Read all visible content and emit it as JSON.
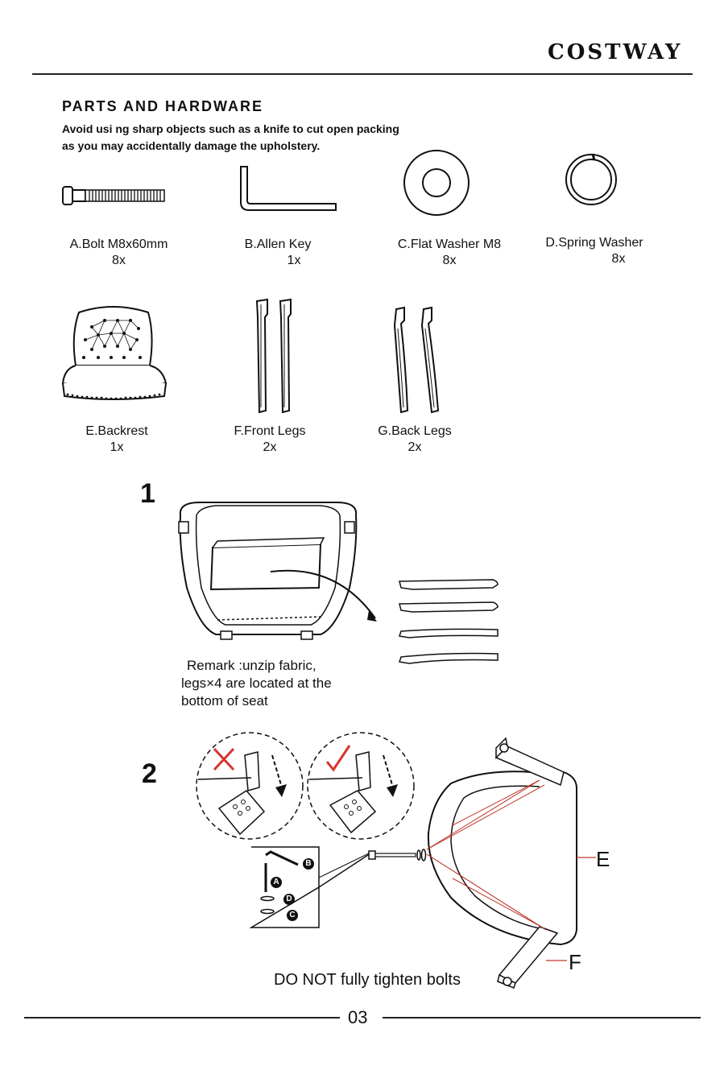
{
  "header": {
    "brand": "COSTWAY"
  },
  "parts_section": {
    "title": "PARTS AND HARDWARE",
    "note_line1": "Avoid usi ng sharp objects such as a knife to cut open packing",
    "note_line2": "as you may accidentally damage the upholstery.",
    "parts": [
      {
        "label": "A.Bolt M8x60mm",
        "qty": "8x",
        "icon": "bolt-icon"
      },
      {
        "label": "B.Allen Key",
        "qty": "1x",
        "icon": "allen-key-icon"
      },
      {
        "label": "C.Flat  Washer M8",
        "qty": "8x",
        "icon": "flat-washer-icon"
      },
      {
        "label": "D.Spring Washer",
        "qty": "8x",
        "icon": "spring-washer-icon"
      },
      {
        "label": "E.Backrest",
        "qty": "1x",
        "icon": "backrest-icon"
      },
      {
        "label": "F.Front Legs",
        "qty": "2x",
        "icon": "front-legs-icon"
      },
      {
        "label": "G.Back  Legs",
        "qty": "2x",
        "icon": "back-legs-icon"
      }
    ]
  },
  "step1": {
    "number": "1",
    "remark_line1": "Remark :unzip fabric,",
    "remark_line2": "legs×4 are located at the",
    "remark_line3": "bottom of seat"
  },
  "step2": {
    "number": "2",
    "hardware_letters": [
      "B",
      "A",
      "D",
      "C"
    ],
    "callout_e": "E",
    "callout_f": "F",
    "warning": "DO NOT fully tighten bolts"
  },
  "footer": {
    "page": "03"
  },
  "colors": {
    "wrong_mark": "#d8342c",
    "right_mark": "#d8342c",
    "guide_lines": "#c0392b"
  }
}
